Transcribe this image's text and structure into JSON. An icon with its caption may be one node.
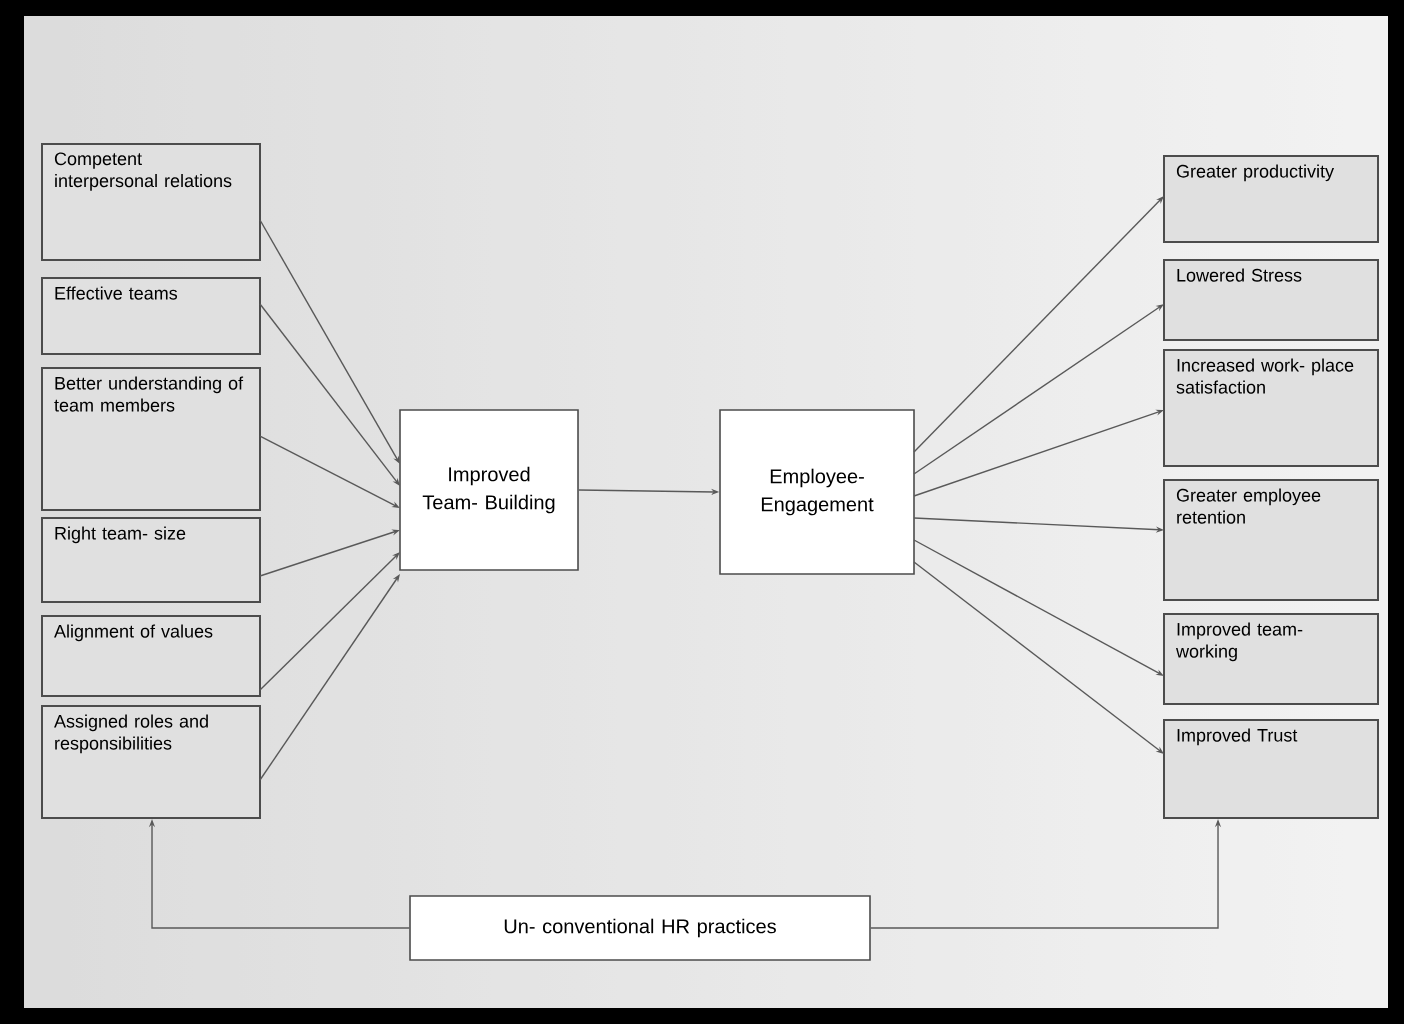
{
  "diagram": {
    "nodes": [
      {
        "text": [
          "Competent interpersonal relations"
        ]
      },
      {
        "text": [
          "Effective teams"
        ]
      },
      {
        "text": [
          "Better understanding of team members"
        ]
      },
      {
        "text": [
          "Right team- size"
        ]
      },
      {
        "text": [
          "Alignment of values"
        ]
      },
      {
        "text": [
          "Assigned roles and responsibilities"
        ]
      },
      {
        "text": [
          "Improved Team- Building"
        ]
      },
      {
        "text": [
          "Employee- Engagement"
        ]
      },
      {
        "text": [
          "Greater productivity"
        ]
      },
      {
        "text": [
          "Lowered Stress"
        ]
      },
      {
        "text": [
          "Increased work- place satisfaction"
        ]
      },
      {
        "text": [
          "Greater employee retention"
        ]
      },
      {
        "text": [
          "Improved team- working"
        ]
      },
      {
        "text": [
          "Improved Trust"
        ]
      },
      {
        "text": [
          "Un- conventional HR practices"
        ]
      }
    ],
    "edges": [
      {
        "from": 0,
        "to": 6,
        "arrow": "to"
      },
      {
        "from": 1,
        "to": 6,
        "arrow": "to"
      },
      {
        "from": 2,
        "to": 6,
        "arrow": "to"
      },
      {
        "from": 3,
        "to": 6,
        "arrow": "to"
      },
      {
        "from": 4,
        "to": 6,
        "arrow": "to"
      },
      {
        "from": 5,
        "to": 6,
        "arrow": "to"
      },
      {
        "from": 6,
        "to": 7,
        "arrow": "to"
      },
      {
        "from": 7,
        "to": 8,
        "arrow": "to"
      },
      {
        "from": 7,
        "to": 9,
        "arrow": "to"
      },
      {
        "from": 7,
        "to": 10,
        "arrow": "to"
      },
      {
        "from": 7,
        "to": 11,
        "arrow": "to"
      },
      {
        "from": 7,
        "to": 12,
        "arrow": "to"
      },
      {
        "from": 7,
        "to": 13,
        "arrow": "to"
      },
      {
        "from": 14,
        "to": 5,
        "arrow": "to"
      },
      {
        "from": 14,
        "to": 13,
        "arrow": "to"
      }
    ]
  }
}
